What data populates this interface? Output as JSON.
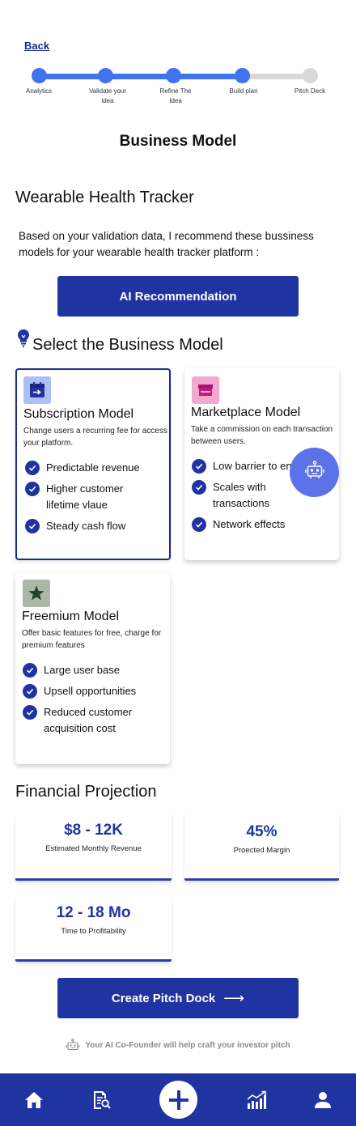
{
  "nav": {
    "back_label": "Back"
  },
  "stepper": {
    "steps": [
      {
        "label": "Analytics",
        "status": "done"
      },
      {
        "label": "Validate your idea",
        "status": "done"
      },
      {
        "label": "Refine The Idea",
        "status": "done"
      },
      {
        "label": "Build plan",
        "status": "done"
      },
      {
        "label": "Pitch Deck",
        "status": "todo"
      }
    ]
  },
  "page": {
    "title": "Business Model",
    "project_name": "Wearable Health Tracker",
    "intro": "Based on your validation data, I recommend these bussiness models for your wearable health tracker platform :",
    "ai_button_label": "AI Recommendation",
    "select_title": "Select the Business Model"
  },
  "models": [
    {
      "title": "Subscription  Model",
      "description": "Change users a recurring fee for access your platform.",
      "icon": "calendar-icon",
      "icon_bg": "#aebff5",
      "selected": true,
      "features": [
        "Predictable revenue",
        "Higher customer lifetime vlaue",
        "Steady cash flow"
      ]
    },
    {
      "title": "Marketplace Model",
      "description": "Take a commission on each transaction between users.",
      "icon": "storefront-icon",
      "icon_bg": "#f2a8cf",
      "selected": false,
      "features": [
        "Low barrier to entry",
        "Scales with transactions",
        "Network effects"
      ]
    },
    {
      "title": "Freemium Model",
      "description": "Offer basic features for free, charge for premium  features",
      "icon": "star-icon",
      "icon_bg": "#aab8a8",
      "selected": false,
      "features": [
        "Large user base",
        "Upsell opportunities",
        "Reduced customer acquisition cost"
      ]
    }
  ],
  "financial": {
    "title": "Financial Projection",
    "stats": [
      {
        "value": "$8 - 12K",
        "label": "Estimated Monthly Revenue"
      },
      {
        "value": "45%",
        "label": "Proected Margin"
      },
      {
        "value": "12 - 18 Mo",
        "label": "Time to Profitability"
      }
    ]
  },
  "cta": {
    "pitch_button_label": "Create Pitch Dock",
    "hint": "Your AI Co-Founder will help craft your investor pitch"
  },
  "bottom_nav": {
    "items": [
      "home-icon",
      "document-search-icon",
      "add-icon",
      "analytics-icon",
      "profile-icon"
    ]
  },
  "colors": {
    "primary": "#1f34a1",
    "step_active": "#3f73f0",
    "step_inactive": "#d9d9d9",
    "fab": "#5b72e8"
  }
}
